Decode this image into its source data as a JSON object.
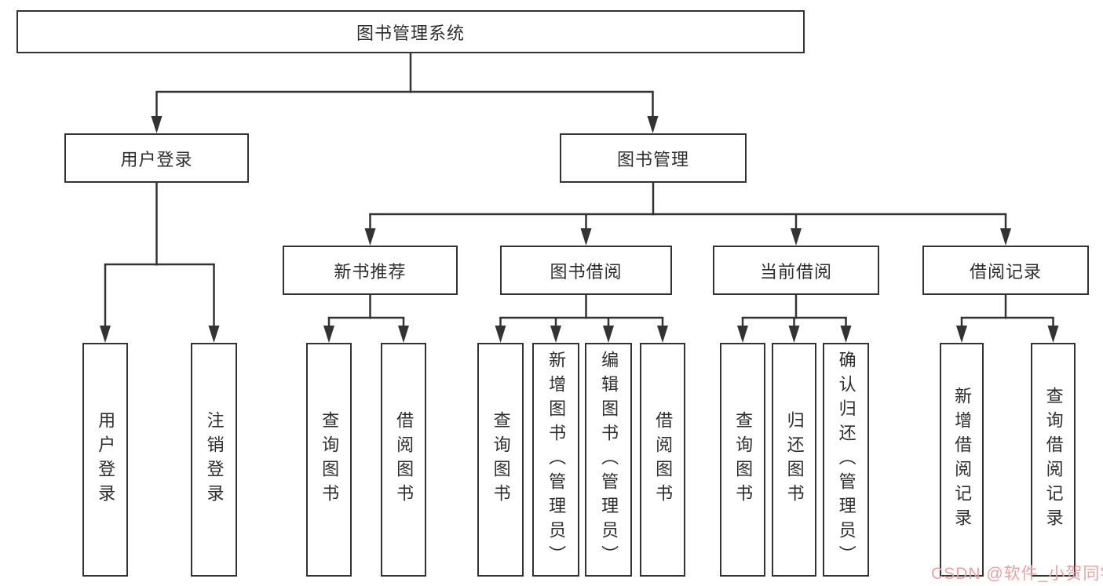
{
  "nodes": {
    "root": "图书管理系统",
    "login": {
      "label": "用户登录",
      "children": [
        "用户登录",
        "注销登录"
      ]
    },
    "management": {
      "label": "图书管理",
      "groups": {
        "recommend": {
          "label": "新书推荐",
          "children": [
            "查询图书",
            "借阅图书"
          ]
        },
        "borrow": {
          "label": "图书借阅",
          "children": [
            "查询图书",
            "新增图书（管理员）",
            "编辑图书（管理员）",
            "借阅图书"
          ]
        },
        "current": {
          "label": "当前借阅",
          "children": [
            "查询图书",
            "归还图书",
            "确认归还（管理员）"
          ]
        },
        "records": {
          "label": "借阅记录",
          "children": [
            "新增借阅记录",
            "查询借阅记录"
          ]
        }
      }
    }
  },
  "watermark": {
    "text": "CSDN @软件_小贺同学"
  },
  "colors": {
    "line": "#333333",
    "border": "#333333",
    "text": "#2d2d2d",
    "watermark": "#f0a0a0",
    "background": "#ffffff"
  }
}
